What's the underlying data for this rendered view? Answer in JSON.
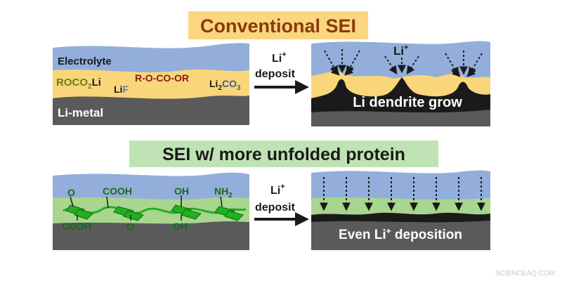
{
  "top": {
    "title": "Conventional SEI",
    "title_bg": "#fad67f",
    "title_color": "#8b3a0a",
    "left_panel": {
      "electrolyte": "Electrolyte",
      "metal": "Li-metal",
      "species": {
        "roco2li": {
          "pre": "ROCO",
          "sub": "2",
          "post": "Li"
        },
        "lif": {
          "li": "Li",
          "f": "F"
        },
        "rocoor": "R-O-CO-OR",
        "li2co3": {
          "li": "Li",
          "sub1": "2",
          "co": "CO",
          "sub2": "3"
        }
      }
    },
    "arrow": {
      "line1_base": "Li",
      "line1_sup": "+",
      "line2": "deposit"
    },
    "right_panel": {
      "ion_base": "Li",
      "ion_sup": "+",
      "caption": "Li dendrite grow"
    }
  },
  "bottom": {
    "title": "SEI w/ more unfolded protein",
    "title_bg": "#bfe3b4",
    "left_panel": {
      "groups_top": [
        "O",
        "COOH",
        "OH",
        "NH",
        "2"
      ],
      "groups_bottom": [
        "COOH",
        "O",
        "OH"
      ]
    },
    "arrow": {
      "line1_base": "Li",
      "line1_sup": "+",
      "line2": "deposit"
    },
    "right_panel": {
      "caption_pre": "Even Li",
      "caption_sup": "+",
      "caption_post": " deposition"
    }
  },
  "watermark": "SCIENCEAQ.COM",
  "colors": {
    "electrolyte": "#93aedb",
    "sei": "#f9d67a",
    "protein_sei": "#a8d68e",
    "metal": "#5a5a5a",
    "dark": "#1a1a1a",
    "protein": "#22b022"
  }
}
